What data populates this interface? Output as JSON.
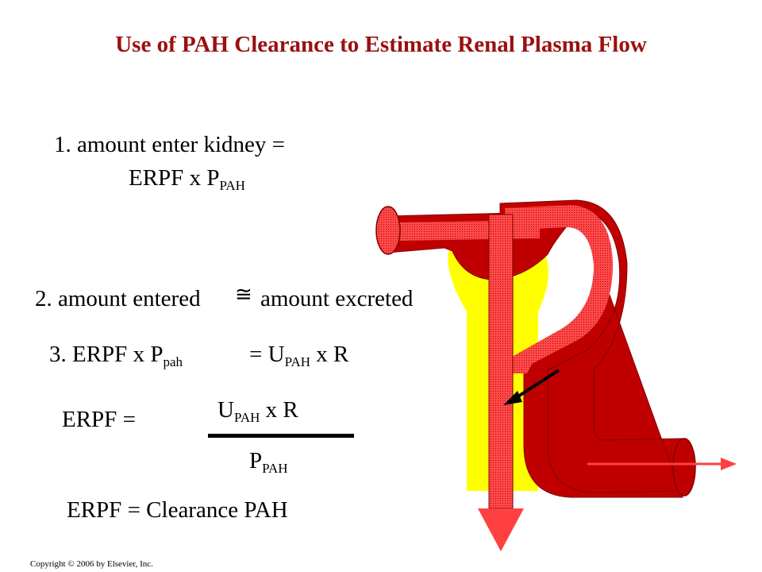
{
  "title": "Use of PAH Clearance to Estimate Renal Plasma Flow",
  "steps": {
    "step1_line1": "1. amount enter kidney =",
    "step1_line2": "ERPF x  P",
    "step1_sub": "PAH",
    "step2_left": "2. amount entered",
    "step2_symbol": "≅",
    "step2_right": "amount excreted",
    "step3_a": "3. ERPF x  P",
    "step3_sub_a": "pah",
    "step3_b": "= U",
    "step3_sub_b": "PAH",
    "step3_c": " x R"
  },
  "formula": {
    "lhs": "ERPF =",
    "numerator": "U",
    "numerator_sub": "PAH",
    "numerator_tail": " x R",
    "denominator": "P",
    "denominator_sub": "PAH",
    "conclusion": "ERPF = Clearance PAH"
  },
  "copyright": "Copyright © 2006 by Elsevier, Inc.",
  "colors": {
    "title": "#9a1010",
    "vessel_dark": "#c00000",
    "vessel_light": "#ff4040",
    "glomerulus": "#ffff00",
    "arrow": "#ff4040"
  }
}
